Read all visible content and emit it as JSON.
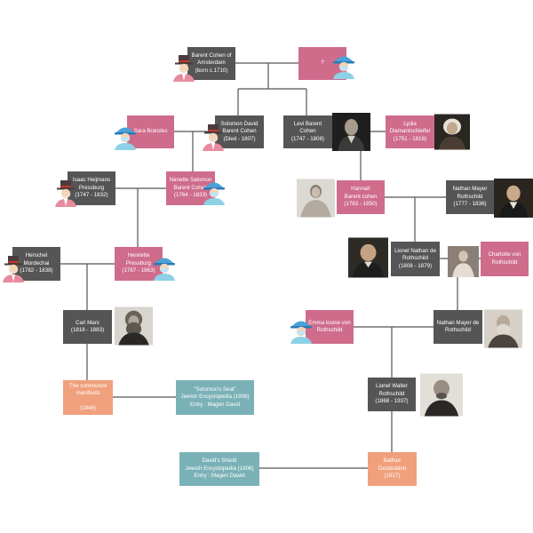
{
  "colors": {
    "gray": "#555555",
    "pink": "#cf6c8c",
    "teal": "#7ab1b7",
    "orange": "#f0a07c",
    "line": "#555555"
  },
  "nodes": {
    "barent_cohen": "Barent Cohen of\nAmsterdam\n(born c.1710)",
    "unknown": "?",
    "sara_brandes": "Sara Brandes",
    "solomon_david": "Solomon David\nBarent Cohen\n(Died - 1807)",
    "levi_barent": "Levi Barent Cohen\n(1747 - 1808)",
    "lydia": "Lydia\nDiamantschleifer\n(1751 - 1818)",
    "isaac": "Isaac Heijmans\nPressburg\n(1747 - 1832)",
    "nanette": "Nanette Salomon\nBarent Cohen\n(1764 - 1833)",
    "hannah": "Hannah\nBarent cohen\n(1783 - 1850)",
    "nathan_mayer_1": "Nathan Mayer\nRothschild\n(1777 - 1836)",
    "herschel": "Herschel\nMordechai\n(1782 - 1838)",
    "henriette": "Henriette\nPressburg\n(1787 - 1863)",
    "lionel_nathan": "Lionel Nathan de\nRothschild\n(1808 - 1879)",
    "charlotte": "Charlotte von\nRothschild",
    "karl_marx": "Carl Marx\n(1818 - 1883)",
    "emma": "Emma louise von\nRothschild",
    "nathan_mayer_2": "Nathan Mayer de\nRothschild",
    "communist_manifesto": "The communist\nmanifesto\n\n(1848)",
    "solomons_seal": "\"Solomon's Seal\"\nJewish Encyclopedia (1906)\nEntry : Magen David",
    "lionel_walter": "Lionel Walter\nRothschild\n(1868 - 1937)",
    "davids_shield": "David's Shield\nJewish Encyclopedia (1906)\nEntry : Magen Dawid",
    "balfour": "Balfour\nDeclaration\n(1917)"
  },
  "icons": {
    "male_avatar": "man-with-top-hat-icon",
    "female_avatar": "woman-with-bonnet-icon",
    "portrait": "portrait-photo"
  }
}
